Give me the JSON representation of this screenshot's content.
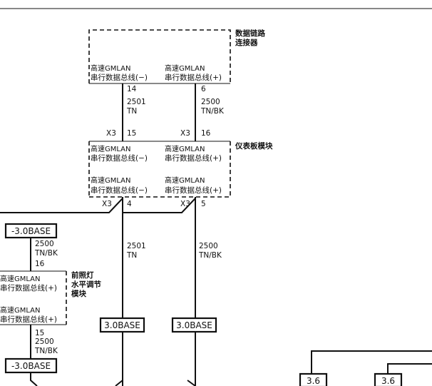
{
  "dlc": {
    "name_line1": "数据链路",
    "name_line2": "连接器",
    "pin_left": {
      "line1": "高速GMLAN",
      "line2": "串行数据总线(−)",
      "pin": "14"
    },
    "pin_right": {
      "line1": "高速GMLAN",
      "line2": "串行数据总线(+)",
      "pin": "6"
    }
  },
  "wire_a": {
    "circuit": "2501",
    "color": "TN"
  },
  "wire_b": {
    "circuit": "2500",
    "color": "TN/BK"
  },
  "ipc": {
    "name": "仪表板模块",
    "conn_top_left": "X3",
    "pin_top_left": "15",
    "conn_top_right": "X3",
    "pin_top_right": "16",
    "top_left": {
      "line1": "高速GMLAN",
      "line2": "串行数据总线(−)"
    },
    "top_right": {
      "line1": "高速GMLAN",
      "line2": "串行数据总线(+)"
    },
    "bot_left": {
      "line1": "高速GMLAN",
      "line2": "串行数据总线(−)"
    },
    "bot_right": {
      "line1": "高速GMLAN",
      "line2": "串行数据总线(+)"
    },
    "conn_bot_left": "X3",
    "pin_bot_left": "4",
    "conn_bot_right": "X3",
    "pin_bot_right": "5"
  },
  "wire_c": {
    "circuit": "2501",
    "color": "TN"
  },
  "wire_d": {
    "circuit": "2500",
    "color": "TN/BK"
  },
  "page_ref_left": "3.0BASE",
  "page_ref_right": "3.0BASE",
  "headlamp": {
    "ref_top": "-3.0BASE",
    "wire_top": {
      "circuit": "2500",
      "color": "TN/BK",
      "pin": "16"
    },
    "name_line1": "前照灯",
    "name_line2": "水平调节",
    "name_line3": "模块",
    "top": {
      "line1": "高速GMLAN",
      "line2": "串行数据总线(+)"
    },
    "bot": {
      "line1": "高速GMLAN",
      "line2": "串行数据总线(+)"
    },
    "wire_bot": {
      "pin": "15",
      "circuit": "2500",
      "color": "TN/BK"
    },
    "ref_bot": "-3.0BASE"
  },
  "ref_36_a": "3.6",
  "ref_36_b": "3.6"
}
